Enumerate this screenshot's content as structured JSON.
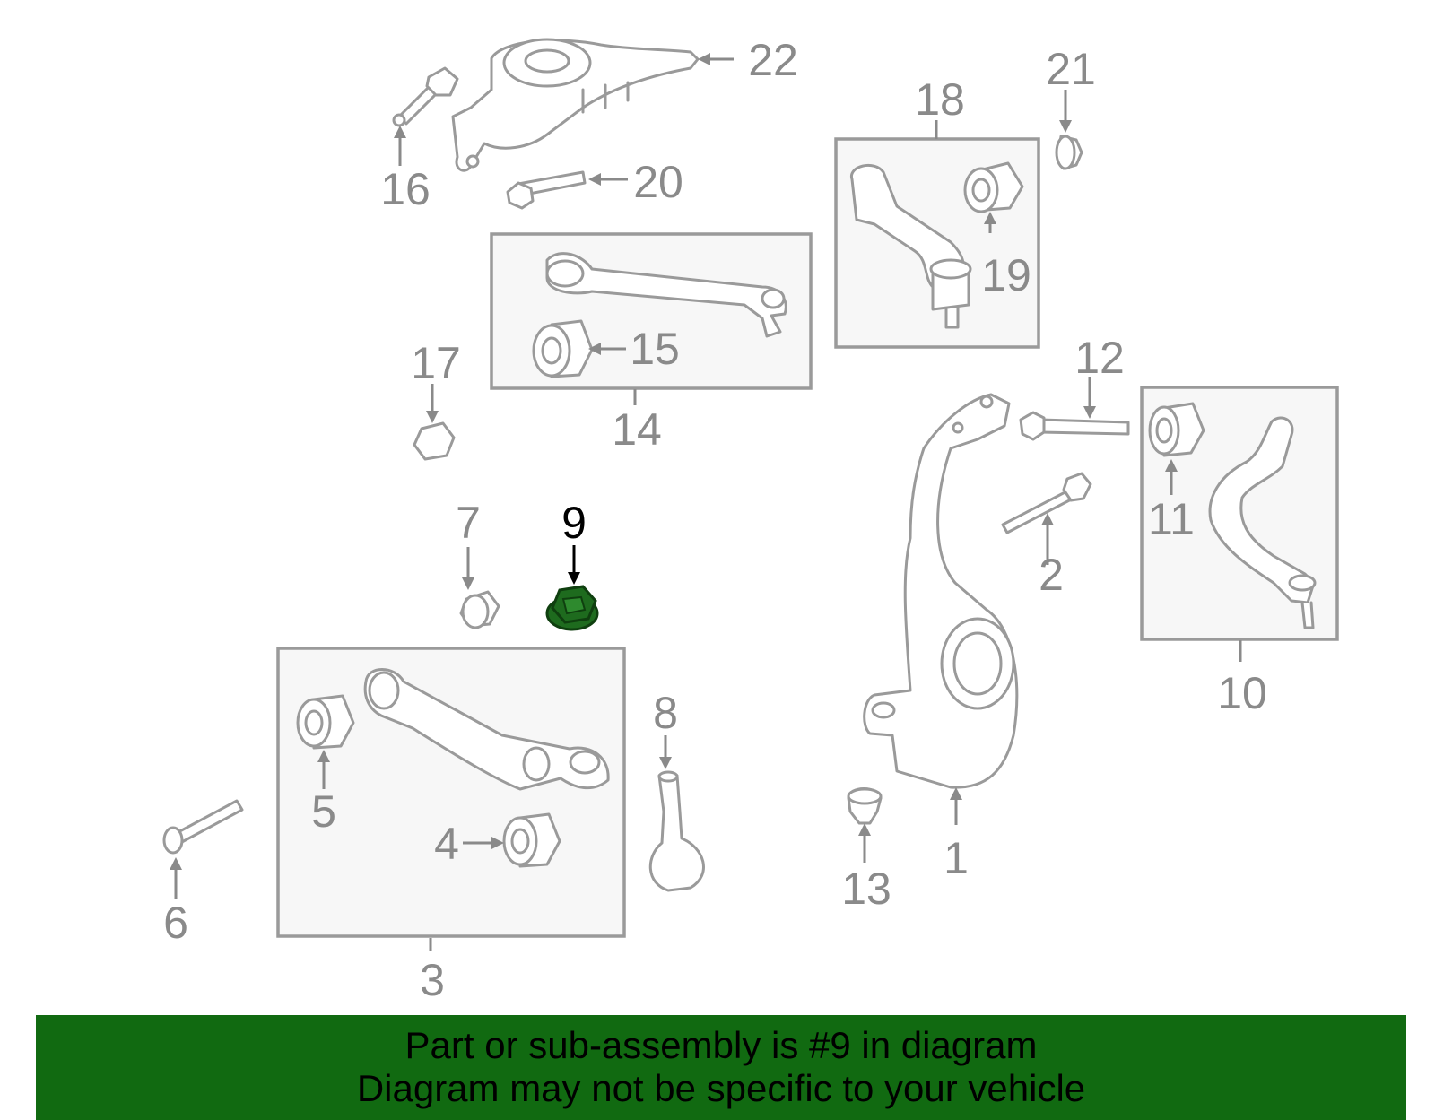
{
  "callouts": [
    {
      "id": "1",
      "label": "1"
    },
    {
      "id": "2",
      "label": "2"
    },
    {
      "id": "3",
      "label": "3"
    },
    {
      "id": "4",
      "label": "4"
    },
    {
      "id": "5",
      "label": "5"
    },
    {
      "id": "6",
      "label": "6"
    },
    {
      "id": "7",
      "label": "7"
    },
    {
      "id": "8",
      "label": "8"
    },
    {
      "id": "9",
      "label": "9"
    },
    {
      "id": "10",
      "label": "10"
    },
    {
      "id": "11",
      "label": "11"
    },
    {
      "id": "12",
      "label": "12"
    },
    {
      "id": "13",
      "label": "13"
    },
    {
      "id": "14",
      "label": "14"
    },
    {
      "id": "15",
      "label": "15"
    },
    {
      "id": "16",
      "label": "16"
    },
    {
      "id": "17",
      "label": "17"
    },
    {
      "id": "18",
      "label": "18"
    },
    {
      "id": "19",
      "label": "19"
    },
    {
      "id": "20",
      "label": "20"
    },
    {
      "id": "21",
      "label": "21"
    },
    {
      "id": "22",
      "label": "22"
    }
  ],
  "highlighted_part": "9",
  "colors": {
    "highlight": "#1e6b1e",
    "banner": "#116a11",
    "line": "#9a9a9a"
  },
  "banner": {
    "line1": "Part or sub-assembly is #9 in diagram",
    "line2": "Diagram may not be specific to your vehicle"
  }
}
